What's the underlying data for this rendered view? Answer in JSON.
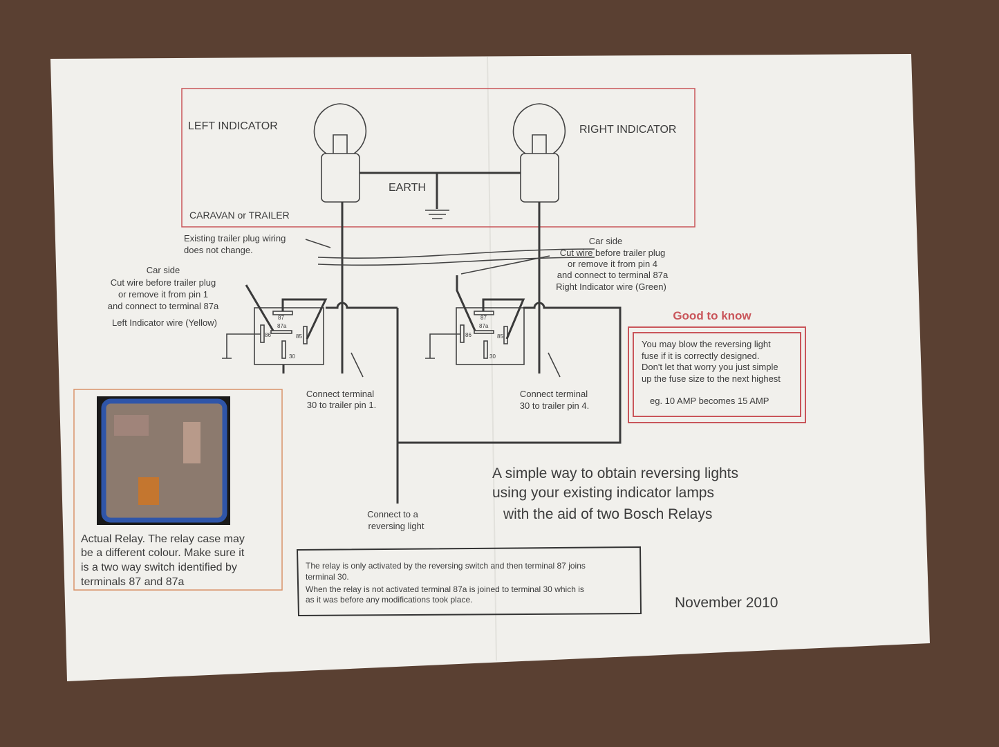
{
  "colors": {
    "paper": "#f1f0ec",
    "carpet": "#5a4032",
    "accent_red": "#c9555a",
    "ink": "#3c3c3c"
  },
  "trailer": {
    "left_label": "LEFT INDICATOR",
    "right_label": "RIGHT INDICATOR",
    "earth_label": "EARTH",
    "box_label": "CARAVAN or TRAILER"
  },
  "plug_note": [
    "Existing trailer plug wiring",
    "does not change."
  ],
  "left_note": [
    "Car side",
    "Cut wire before trailer plug",
    "or remove it from pin 1",
    "and connect to terminal 87a",
    "Left Indicator wire (Yellow)"
  ],
  "right_note": [
    "Car side",
    "Cut wire before trailer plug",
    "or remove it from pin 4",
    "and connect to terminal 87a",
    "Right Indicator wire (Green)"
  ],
  "relay_terminals": {
    "t87": "87",
    "t87a": "87a",
    "t86": "86",
    "t85": "85",
    "t30": "30"
  },
  "connect_left": [
    "Connect terminal",
    "30 to trailer pin 1."
  ],
  "connect_right": [
    "Connect terminal",
    "30 to trailer pin 4."
  ],
  "reversing": [
    "Connect to a",
    "reversing light"
  ],
  "good_to_know": {
    "title": "Good to know",
    "lines": [
      "You may blow the reversing light",
      "fuse if it is correctly designed.",
      "Don't let that worry you just simple",
      "up the fuse size to the next highest"
    ],
    "example": "eg. 10 AMP becomes 15 AMP"
  },
  "headline": [
    "A simple way to obtain reversing lights",
    "using your existing indicator lamps",
    "with the aid of  two Bosch Relays"
  ],
  "photo_caption": [
    "Actual Relay. The relay case may",
    "be a different colour. Make sure it",
    "is a two way switch identified by",
    "terminals 87 and 87a"
  ],
  "relay_note": [
    "The relay is only activated by the reversing switch and then terminal 87 joins",
    "terminal 30.",
    "When the relay is not activated terminal 87a is joined to terminal 30 which is",
    "as it was before any modifications took place."
  ],
  "date": "November 2010"
}
